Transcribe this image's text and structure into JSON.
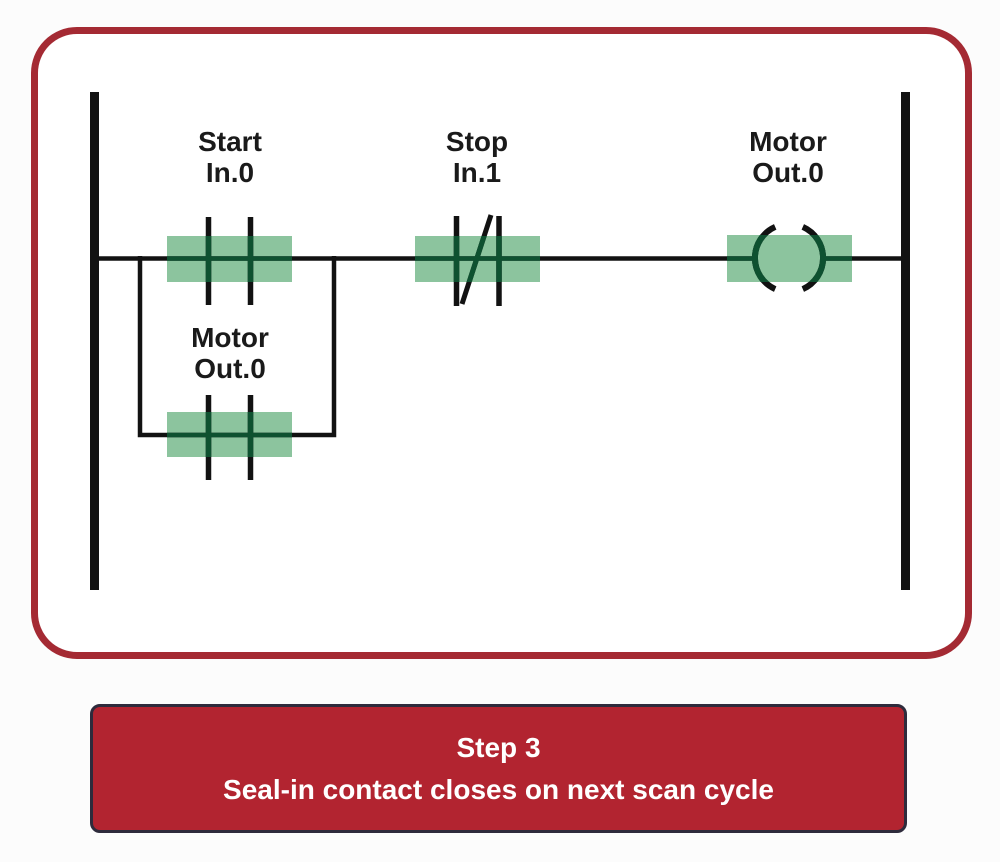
{
  "diagram": {
    "labels": {
      "start": {
        "line1": "Start",
        "line2": "In.0"
      },
      "stop": {
        "line1": "Stop",
        "line2": "In.1"
      },
      "coil": {
        "line1": "Motor",
        "line2": "Out.0"
      },
      "seal": {
        "line1": "Motor",
        "line2": "Out.0"
      }
    },
    "components": [
      {
        "name": "start-contact",
        "type": "normally-open-contact",
        "label": "Start In.0",
        "highlighted": true
      },
      {
        "name": "stop-contact",
        "type": "normally-closed-contact",
        "label": "Stop In.1",
        "highlighted": true
      },
      {
        "name": "seal-in-contact",
        "type": "normally-open-contact",
        "label": "Motor Out.0",
        "highlighted": true
      },
      {
        "name": "motor-coil",
        "type": "output-coil",
        "label": "Motor Out.0",
        "highlighted": true
      }
    ]
  },
  "banner": {
    "title": "Step 3",
    "subtitle": "Seal-in contact closes on next scan cycle"
  },
  "colors": {
    "panel_border": "#A42A33",
    "banner_bg": "#B22430",
    "banner_border": "#2E2B3C",
    "banner_text": "#FFFFFF",
    "highlight_green": "#8CC49E",
    "active_line_green": "#0E5130",
    "line_black": "#121212",
    "label_text": "#1A1A1A",
    "background": "#FCFCFC"
  }
}
